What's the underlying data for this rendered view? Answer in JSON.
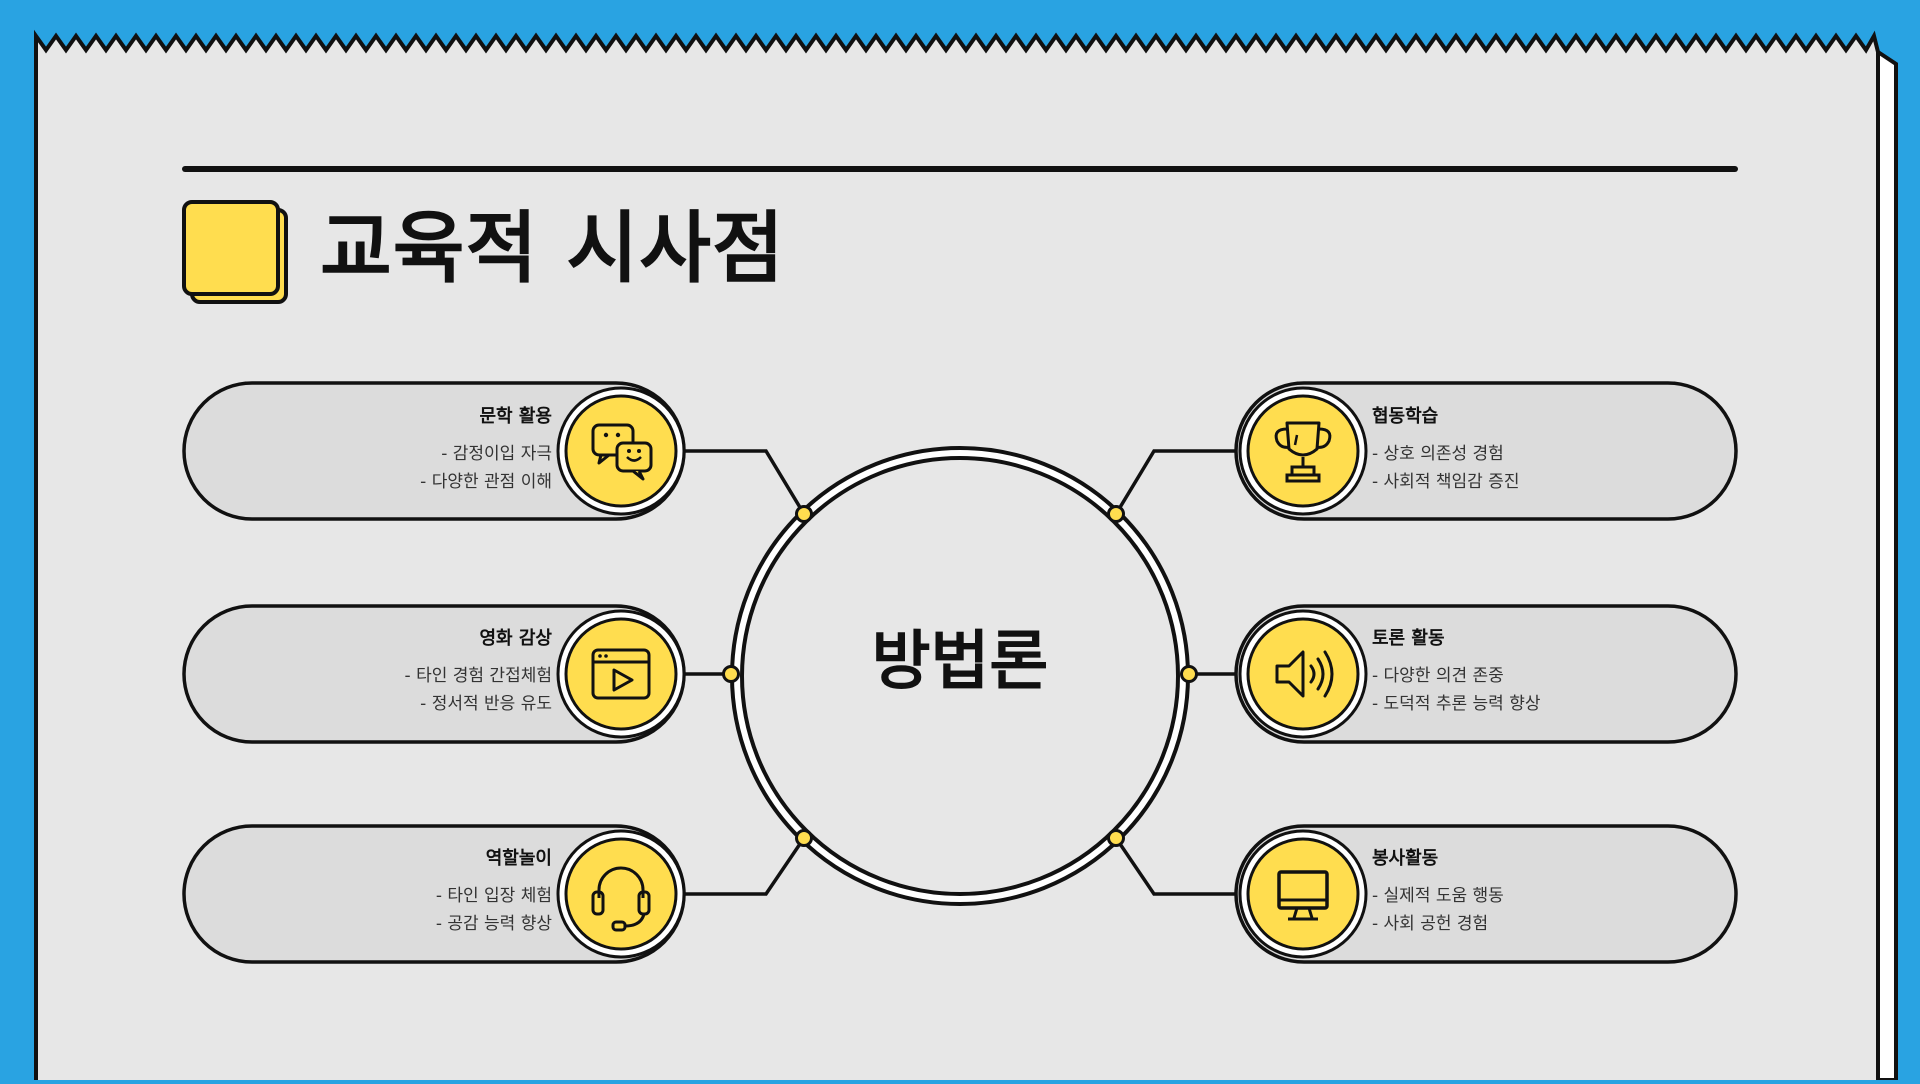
{
  "title": "교육적 시사점",
  "center": {
    "label": "방법론"
  },
  "items": [
    {
      "title": "문학 활용",
      "lines": [
        "- 감정이입 자극",
        "- 다양한 관점 이해"
      ],
      "icon": "chat-bubbles-icon"
    },
    {
      "title": "영화 감상",
      "lines": [
        "- 타인 경험 간접체험",
        "- 정서적 반응 유도"
      ],
      "icon": "video-player-icon"
    },
    {
      "title": "역할놀이",
      "lines": [
        "- 타인 입장 체험",
        "- 공감 능력 향상"
      ],
      "icon": "headset-icon"
    },
    {
      "title": "협동학습",
      "lines": [
        "- 상호 의존성 경험",
        "- 사회적 책임감 증진"
      ],
      "icon": "trophy-icon"
    },
    {
      "title": "토론 활동",
      "lines": [
        "- 다양한 의견 존중",
        "- 도덕적 추론 능력 향상"
      ],
      "icon": "speaker-icon"
    },
    {
      "title": "봉사활동",
      "lines": [
        "- 실제적 도움 행동",
        "- 사회 공헌 경험"
      ],
      "icon": "monitor-icon"
    }
  ],
  "colors": {
    "background": "#29a3e2",
    "paper": "#e7e7e7",
    "accent": "#ffdd4f",
    "card": "#dcdcdc",
    "ink": "#111111"
  }
}
